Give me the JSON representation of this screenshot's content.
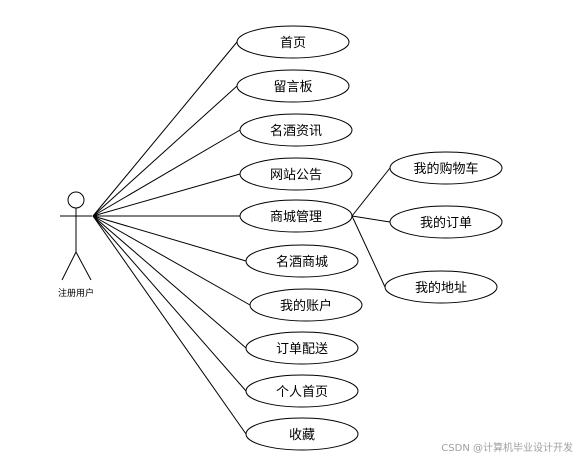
{
  "actor": {
    "label": "注册用户"
  },
  "use_cases": [
    {
      "id": "home",
      "label": "首页"
    },
    {
      "id": "message-board",
      "label": "留言板"
    },
    {
      "id": "wine-news",
      "label": "名酒资讯"
    },
    {
      "id": "site-notice",
      "label": "网站公告"
    },
    {
      "id": "mall-management",
      "label": "商城管理"
    },
    {
      "id": "wine-mall",
      "label": "名酒商城"
    },
    {
      "id": "my-account",
      "label": "我的账户"
    },
    {
      "id": "order-delivery",
      "label": "订单配送"
    },
    {
      "id": "personal-home",
      "label": "个人首页"
    },
    {
      "id": "favorites",
      "label": "收藏"
    }
  ],
  "sub_use_cases": [
    {
      "id": "cart",
      "label": "我的购物车"
    },
    {
      "id": "my-orders",
      "label": "我的订单"
    },
    {
      "id": "my-address",
      "label": "我的地址"
    }
  ],
  "watermark": "CSDN @计算机毕业设计开发",
  "colors": {
    "stroke": "#000000",
    "fill": "#ffffff",
    "watermark": "#a0a0a0"
  }
}
